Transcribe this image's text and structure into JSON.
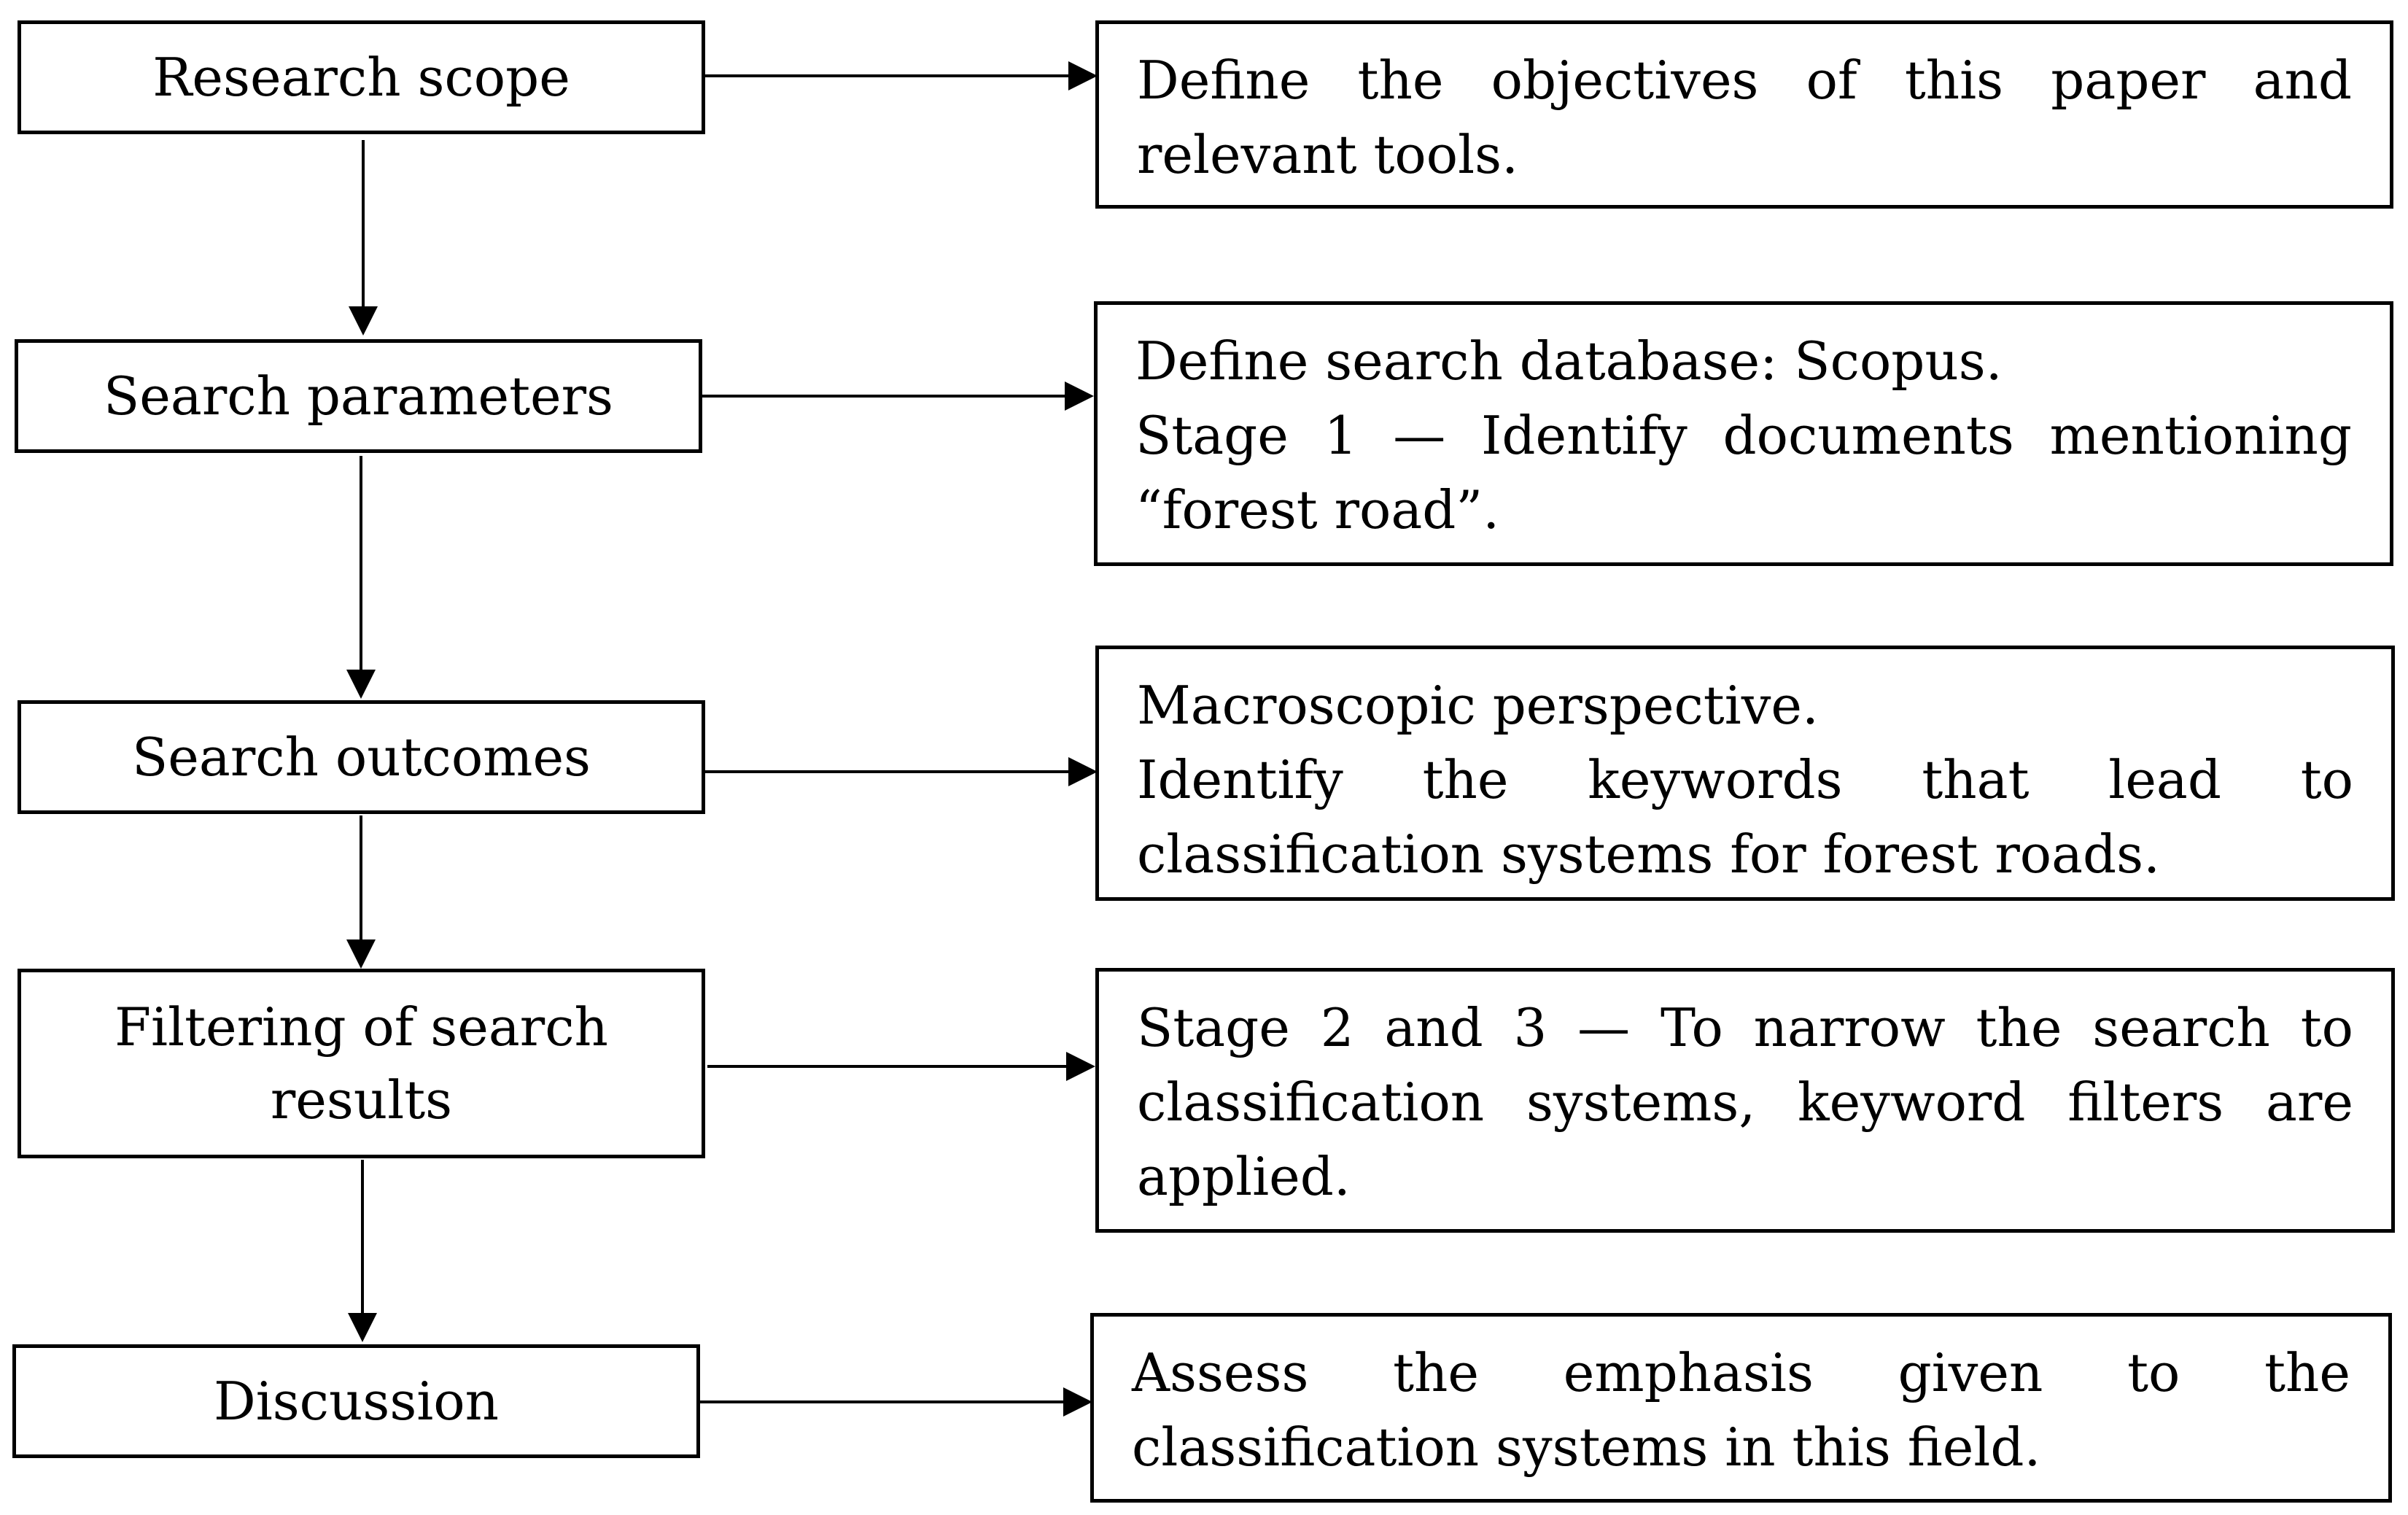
{
  "steps": [
    {
      "label": "Research scope",
      "description": [
        "Define the objectives of this paper and relevant tools."
      ]
    },
    {
      "label": "Search parameters",
      "description": [
        "Define search database: Scopus.",
        "Stage 1 — Identify documents mentioning “forest road”."
      ]
    },
    {
      "label": "Search outcomes",
      "description": [
        "Macroscopic perspective.",
        "Identify the keywords that lead to classification systems for forest roads."
      ]
    },
    {
      "label": "Filtering of search results",
      "description": [
        "Stage 2 and 3 — To narrow the search to classification systems, keyword filters are applied."
      ]
    },
    {
      "label": "Discussion",
      "description": [
        "Assess the emphasis given to the classification systems in this field."
      ]
    }
  ],
  "colors": {
    "line": "#000000",
    "box_fill": "#ffffff",
    "background": "#ffffff"
  }
}
